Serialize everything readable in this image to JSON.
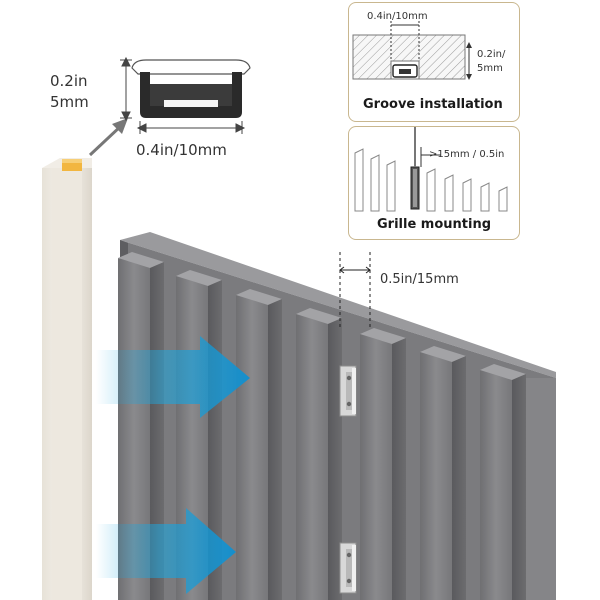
{
  "profile": {
    "height_label_in": "0.2in",
    "height_label_mm": "5mm",
    "width_label": "0.4in/10mm"
  },
  "groove_panel": {
    "width_label": "0.4in/10mm",
    "depth_label_in": "0.2in/",
    "depth_label_mm": "5mm",
    "caption": "Groove installation"
  },
  "grille_panel": {
    "gap_label": ">15mm / 0.5in",
    "caption": "Grille mounting"
  },
  "main": {
    "spacing_label": "0.5in/15mm"
  },
  "icons": [
    "arrow-pointer-icon",
    "airflow-arrow-icon",
    "mounting-clip-icon",
    "led-strip-icon"
  ],
  "colors": {
    "panel_border": "#c9b78f",
    "slat_grey": "#7d7d80",
    "arrow_blue": "#1aa7e0",
    "led_amber": "#f2b640"
  }
}
